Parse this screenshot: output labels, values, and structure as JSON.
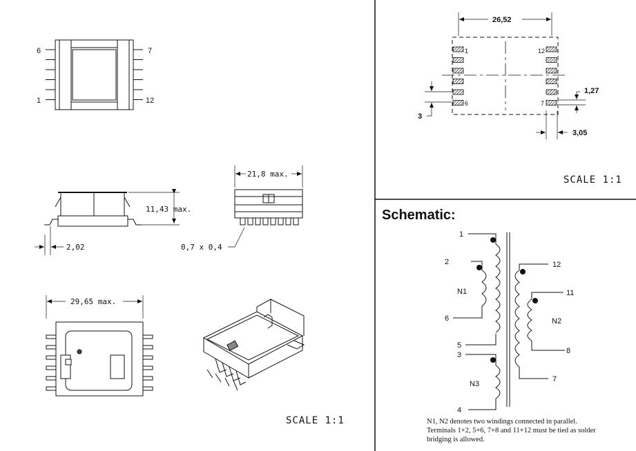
{
  "footprint": {
    "pin_top_left": "6",
    "pin_top_right": "7",
    "pin_bottom_left": "1",
    "pin_bottom_right": "12"
  },
  "dims": {
    "width_max": "21,8  max.",
    "height_max": "11,43 max.",
    "standoff": "2,02",
    "pin_size": "0,7 x 0,4",
    "length_max": "29,65 max."
  },
  "layout_scale_left": "SCALE 1:1",
  "land_pattern": {
    "width": "26,52",
    "pitch": "1,27",
    "pad_width": "3,05",
    "pad_gap": "3",
    "pad_1": "1",
    "pad_6": "6",
    "pad_7": "7",
    "pad_12": "12"
  },
  "layout_scale_right": "SCALE 1:1",
  "schematic": {
    "title": "Schematic:",
    "pins": [
      "1",
      "2",
      "6",
      "5",
      "3",
      "4",
      "12",
      "11",
      "8",
      "7"
    ],
    "n1": "N1",
    "n2": "N2",
    "n3": "N3",
    "note_lines": [
      "N1, N2 denotes two windings connected in parallel.",
      "Terminals 1+2, 5+6, 7+8 and 11+12 must be tied as solder",
      "bridging is allowed."
    ]
  },
  "colors": {
    "line": "#111111",
    "pad_fill": "#555555"
  }
}
